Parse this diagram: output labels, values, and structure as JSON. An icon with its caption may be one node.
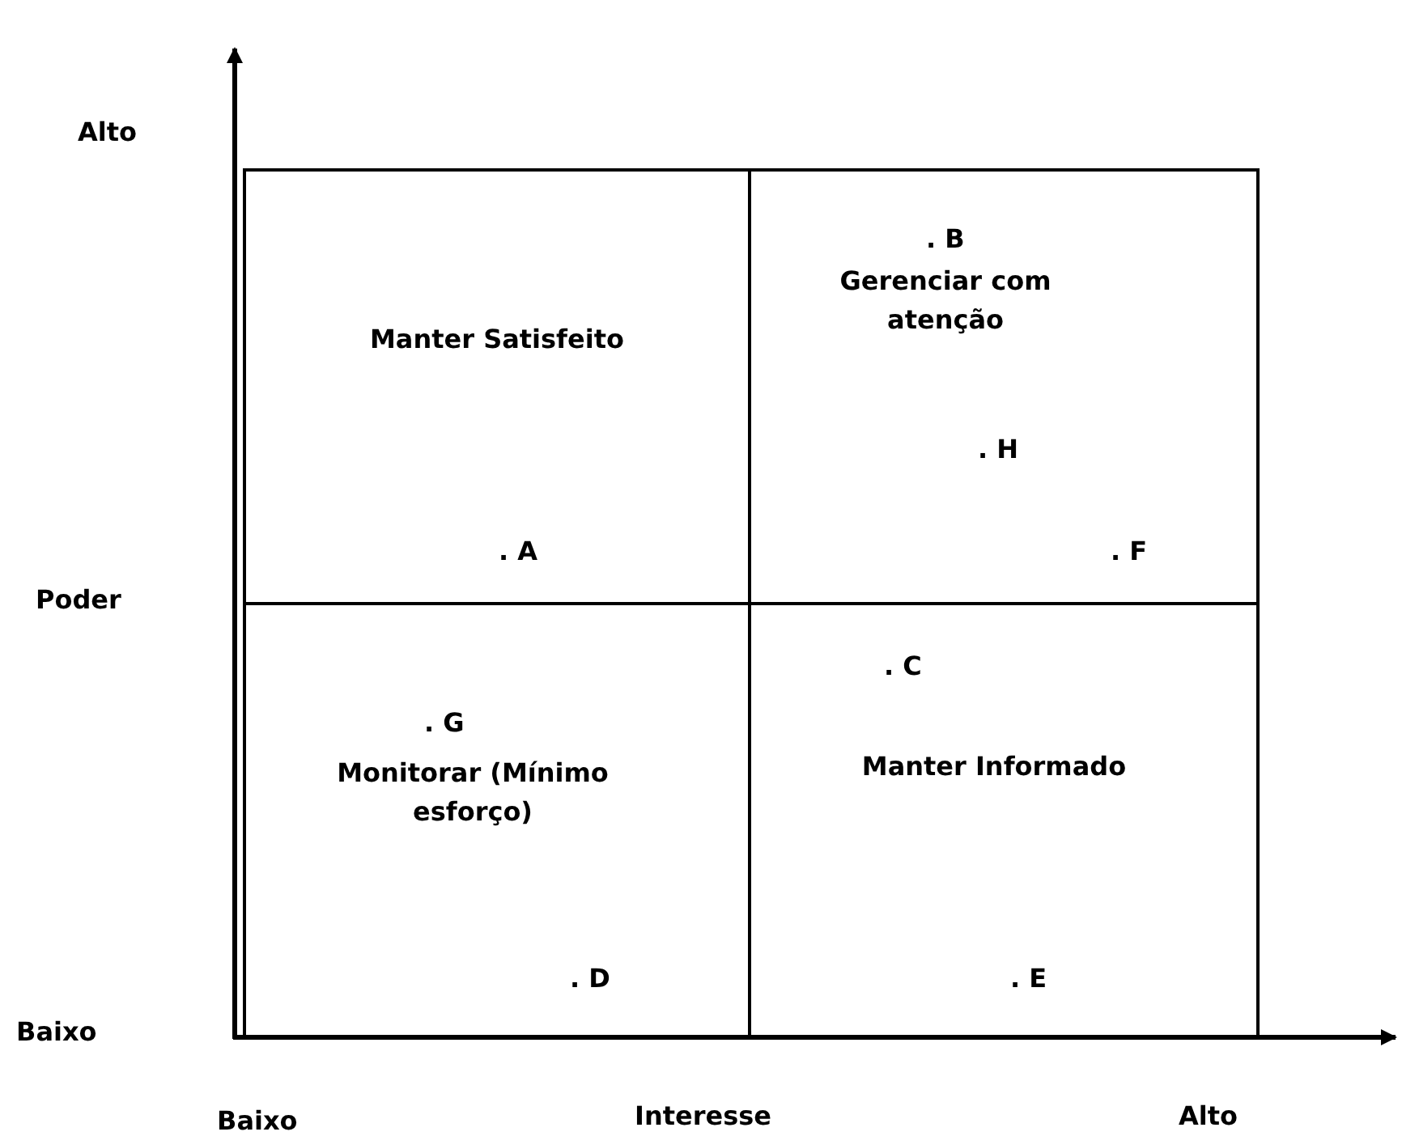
{
  "diagram": {
    "nodes": [
      {
        "text": [
          "Manter Satisfeito"
        ]
      },
      {
        "text": [
          "Gerenciar com atenção"
        ]
      },
      {
        "text": [
          "Monitorar (Mínimo esforço)"
        ]
      },
      {
        "text": [
          "Manter Informado"
        ]
      }
    ],
    "labels": [
      "Alto",
      ". B",
      ". H",
      ". A",
      ". F",
      "Poder",
      ". C",
      ". G",
      ". D",
      ". E",
      "Baixo",
      "Baixo",
      "Interesse",
      "Alto"
    ]
  }
}
